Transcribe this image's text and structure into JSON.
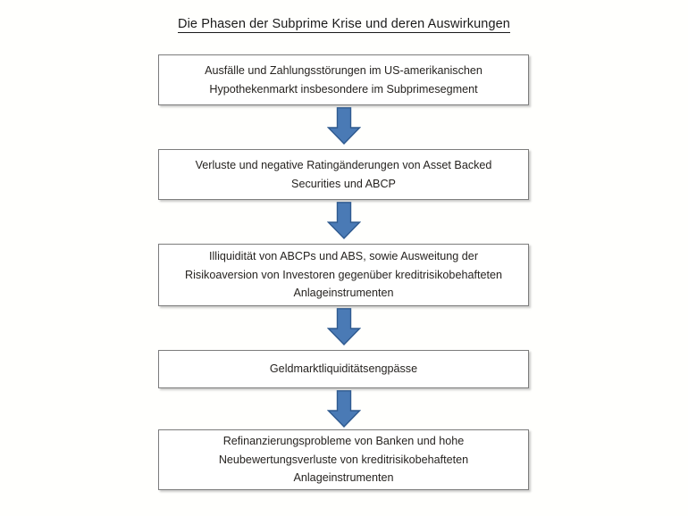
{
  "diagram": {
    "title": "Die Phasen der Subprime Krise und deren Auswirkungen",
    "background_color": "#fffffd",
    "box_fill_color": "#ffffff",
    "box_border_color": "#7c7c7c",
    "text_color": "#262320",
    "arrow_fill_color": "#4a7ab5",
    "arrow_border_color": "#2f5a8f",
    "steps": [
      {
        "id": "step-1",
        "text": "Ausfälle und Zahlungsstörungen im US-amerikanischen\nHypothekenmarkt insbesondere im Subprimesegment"
      },
      {
        "id": "step-2",
        "text": "Verluste und negative Ratingänderungen von Asset Backed\nSecurities und ABCP"
      },
      {
        "id": "step-3",
        "text": "Illiquidität von ABCPs und ABS, sowie Ausweitung der\nRisikoaversion von Investoren gegenüber kreditrisikobehafteten\nAnlageinstrumenten"
      },
      {
        "id": "step-4",
        "text": "Geldmarktliquiditätsengpässe"
      },
      {
        "id": "step-5",
        "text": "Refinanzierungsprobleme von Banken und hohe\nNeubewertungsverluste von kreditrisikobehafteten\nAnlageinstrumenten"
      }
    ],
    "connectors": [
      {
        "id": "connector-1",
        "icon": "arrow-down-icon"
      },
      {
        "id": "connector-2",
        "icon": "arrow-down-icon"
      },
      {
        "id": "connector-3",
        "icon": "arrow-down-icon"
      },
      {
        "id": "connector-4",
        "icon": "arrow-down-icon"
      }
    ]
  }
}
